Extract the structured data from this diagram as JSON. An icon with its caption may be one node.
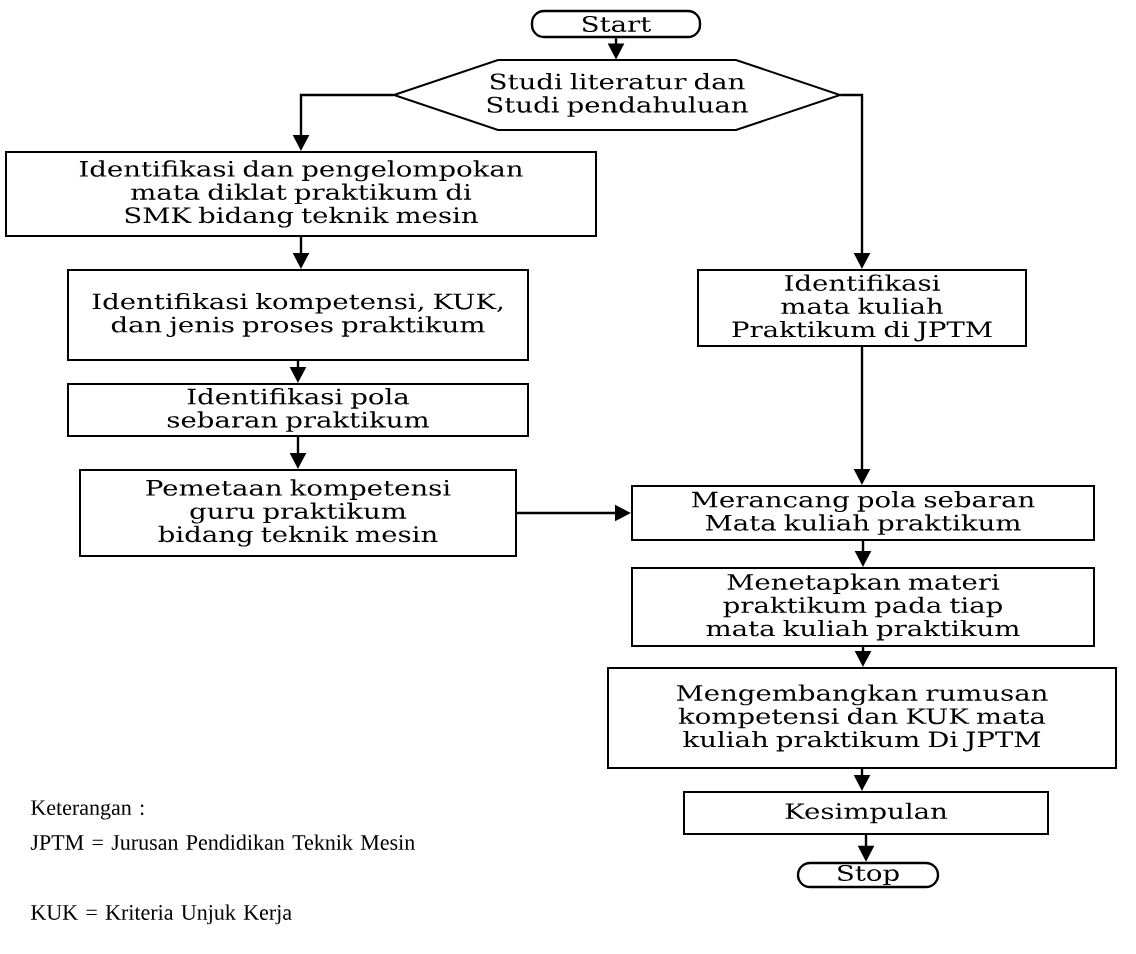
{
  "diagram": {
    "nodes": [
      {
        "text": [
          "Start"
        ]
      },
      {
        "text": [
          "Studi literatur dan Studi pendahuluan"
        ]
      },
      {
        "text": [
          "Identifikasi dan pengelompokan mata diklat praktikum di SMK bidang teknik mesin"
        ]
      },
      {
        "text": [
          "Identifikasi kompetensi, KUK, dan jenis proses praktikum"
        ]
      },
      {
        "text": [
          "Identifikasi pola sebaran praktikum"
        ]
      },
      {
        "text": [
          "Pemetaan kompetensi guru praktikum bidang teknik mesin"
        ]
      },
      {
        "text": [
          "Identifikasi mata kuliah Praktikum di JPTM"
        ]
      },
      {
        "text": [
          "Merancang pola sebaran Mata kuliah praktikum"
        ]
      },
      {
        "text": [
          "Menetapkan materi praktikum pada tiap mata kuliah praktikum"
        ]
      },
      {
        "text": [
          "Mengembangkan rumusan kompetensi dan KUK mata kuliah praktikum Di JPTM"
        ]
      },
      {
        "text": [
          "Kesimpulan"
        ]
      },
      {
        "text": [
          "Stop"
        ]
      }
    ],
    "edges": [
      {
        "from": 0,
        "to": 1,
        "arrow": "to"
      },
      {
        "from": 1,
        "to": 2,
        "arrow": "to"
      },
      {
        "from": 1,
        "to": 6,
        "arrow": "to"
      },
      {
        "from": 2,
        "to": 3,
        "arrow": "to"
      },
      {
        "from": 3,
        "to": 4,
        "arrow": "to"
      },
      {
        "from": 4,
        "to": 5,
        "arrow": "to"
      },
      {
        "from": 5,
        "to": 7,
        "arrow": "to"
      },
      {
        "from": 6,
        "to": 7,
        "arrow": "to"
      },
      {
        "from": 7,
        "to": 8,
        "arrow": "to"
      },
      {
        "from": 8,
        "to": 9,
        "arrow": "to"
      },
      {
        "from": 9,
        "to": 10,
        "arrow": "to"
      },
      {
        "from": 10,
        "to": 11,
        "arrow": "to"
      }
    ],
    "labels": [
      "Keterangan :",
      "JPTM = Jurusan Pendidikan Teknik Mesin",
      "KUK = Kriteria Unjuk Kerja"
    ]
  }
}
